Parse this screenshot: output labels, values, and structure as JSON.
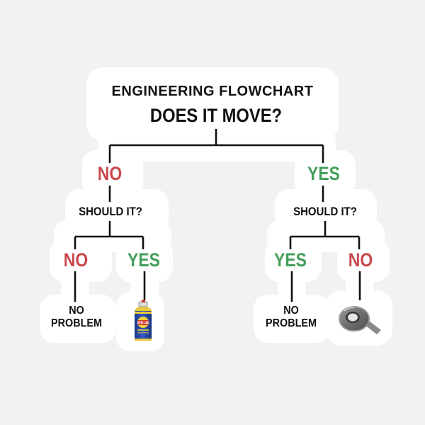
{
  "title": "ENGINEERING FLOWCHART",
  "question": "DOES IT MOVE?",
  "colors": {
    "no": "#c9484d",
    "yes": "#43a05c",
    "line": "#111111",
    "sticker_border": "#ffffff",
    "background": "#f2f2f2"
  },
  "left_branch": {
    "answer": "NO",
    "question": "SHOULD IT?",
    "options": [
      {
        "answer": "NO",
        "outcome_line1": "NO",
        "outcome_line2": "PROBLEM"
      },
      {
        "answer": "YES",
        "outcome_icon": "wd40-spray-can-icon"
      }
    ]
  },
  "right_branch": {
    "answer": "YES",
    "question": "SHOULD IT?",
    "options": [
      {
        "answer": "YES",
        "outcome_line1": "NO",
        "outcome_line2": "PROBLEM"
      },
      {
        "answer": "NO",
        "outcome_icon": "duct-tape-roll-icon"
      }
    ]
  },
  "can_text": "WD-40"
}
